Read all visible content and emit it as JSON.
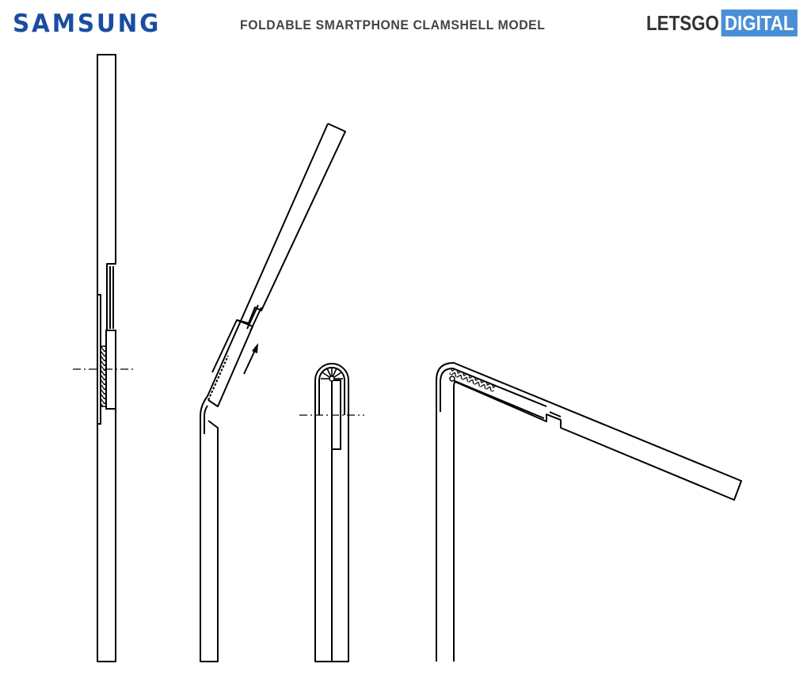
{
  "header": {
    "brand_logo": "SAMSUNG",
    "title": "FOLDABLE SMARTPHONE CLAMSHELL MODEL",
    "source_logo_part1": "LETSGO",
    "source_logo_part2": "DIGITAL"
  },
  "colors": {
    "brand": "#1a4da1",
    "source_accent": "#4a8fd6",
    "title": "#444444"
  },
  "figures": [
    "unfolded-flat",
    "partially-folded-sliding",
    "fully-folded-closed",
    "half-open"
  ]
}
